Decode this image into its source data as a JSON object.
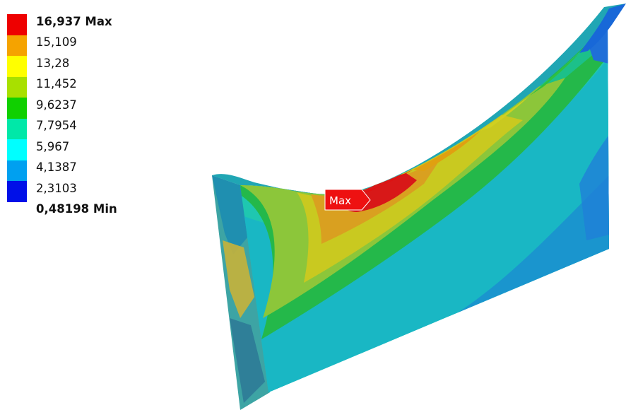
{
  "legend": {
    "max_label": "16,937 Max",
    "min_label": "0,48198 Min",
    "levels": [
      "15,109",
      "13,28",
      "11,452",
      "9,6237",
      "7,7954",
      "5,967",
      "4,1387",
      "2,3103"
    ],
    "colors": [
      "#ee0000",
      "#f5a300",
      "#ffff00",
      "#a8e000",
      "#10d000",
      "#00e8a8",
      "#00ffff",
      "#00a0f0",
      "#0010e8"
    ]
  },
  "probe": {
    "label": "Max",
    "color": "#ee1111"
  }
}
